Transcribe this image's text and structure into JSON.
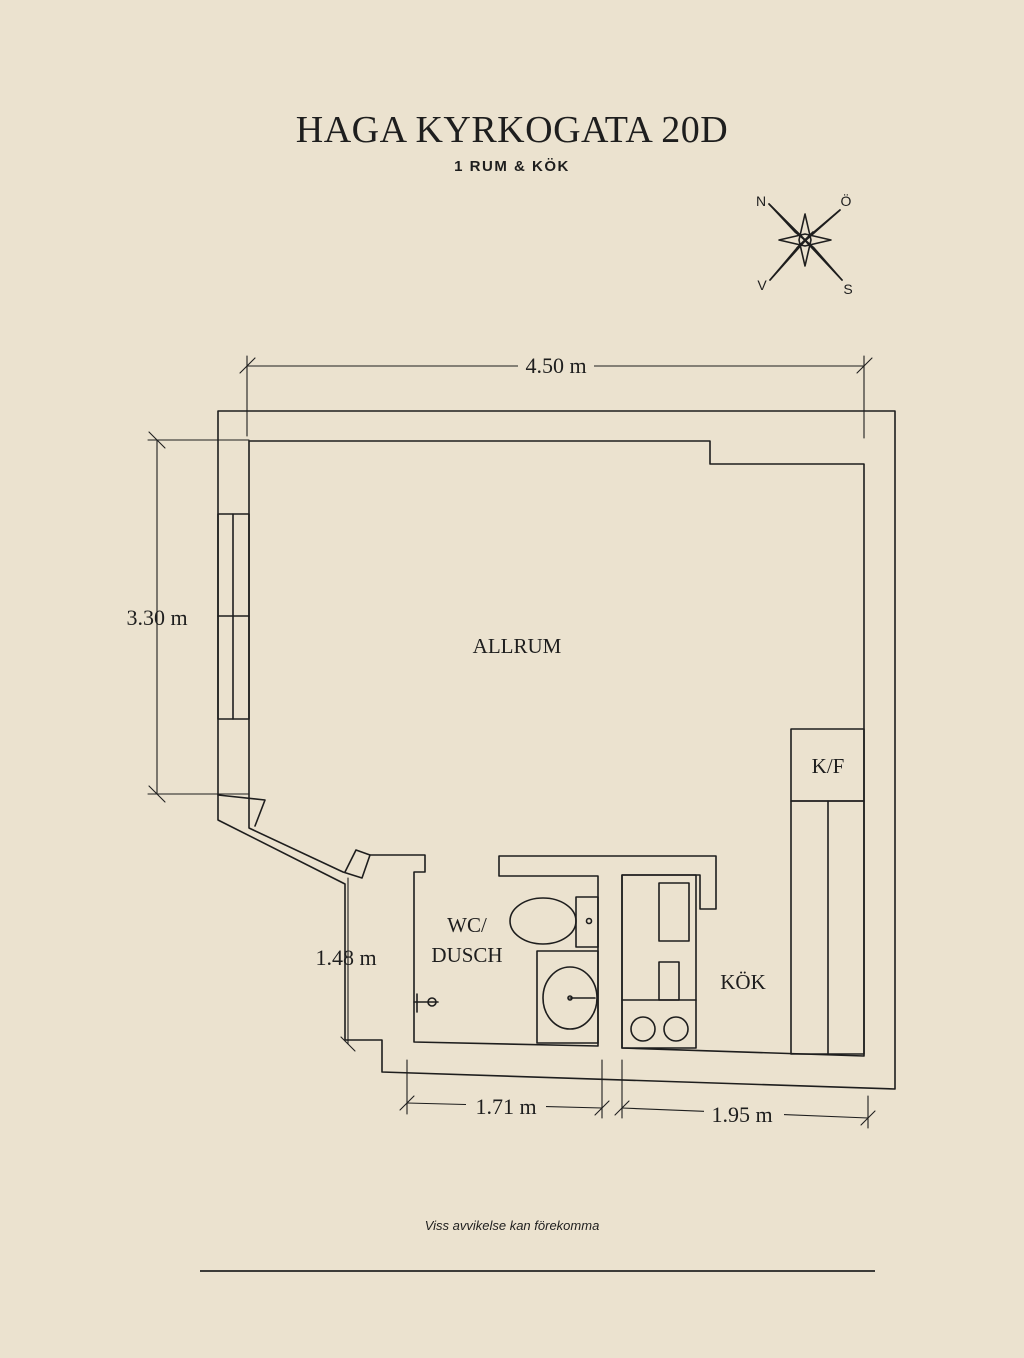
{
  "header": {
    "title": "HAGA KYRKOGATA 20D",
    "subtitle": "1 RUM & KÖK"
  },
  "compass": {
    "north": "N",
    "east": "Ö",
    "south": "S",
    "west": "V"
  },
  "dimensions": {
    "width_top": "4.50 m",
    "height_left": "3.30 m",
    "height_bath": "1.48 m",
    "width_bath": "1.71 m",
    "width_kitchen": "1.95 m"
  },
  "rooms": {
    "living": "ALLRUM",
    "bath_line1": "WC/",
    "bath_line2": "DUSCH",
    "kitchen": "KÖK",
    "fridge": "K/F"
  },
  "footer": {
    "disclaimer": "Viss avvikelse kan förekomma"
  },
  "colors": {
    "background": "#ebe2cf",
    "ink": "#1e1e1e"
  }
}
